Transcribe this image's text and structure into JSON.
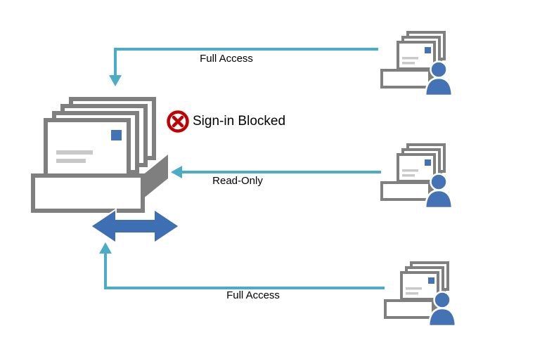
{
  "labels": {
    "blocked": "Sign-in Blocked",
    "top_arrow": "Full Access",
    "middle_arrow": "Read-Only",
    "bottom_arrow": "Full Access"
  },
  "colors": {
    "arrow_teal": "#4BACC6",
    "accent_blue": "#4473B5",
    "double_arrow_blue": "#3E6FB2",
    "blocked_red": "#C00000",
    "outline_gray": "#7F7F7F",
    "detail_line_gray": "#C9C9C9",
    "text": "#000000",
    "background": "#FFFFFF"
  },
  "icons": {
    "shared_mailbox": "shared-mailbox-icon",
    "user_mailbox": "user-mailbox-icon",
    "blocked": "blocked-x-circle-icon",
    "sync_arrow": "double-headed-arrow-icon"
  }
}
